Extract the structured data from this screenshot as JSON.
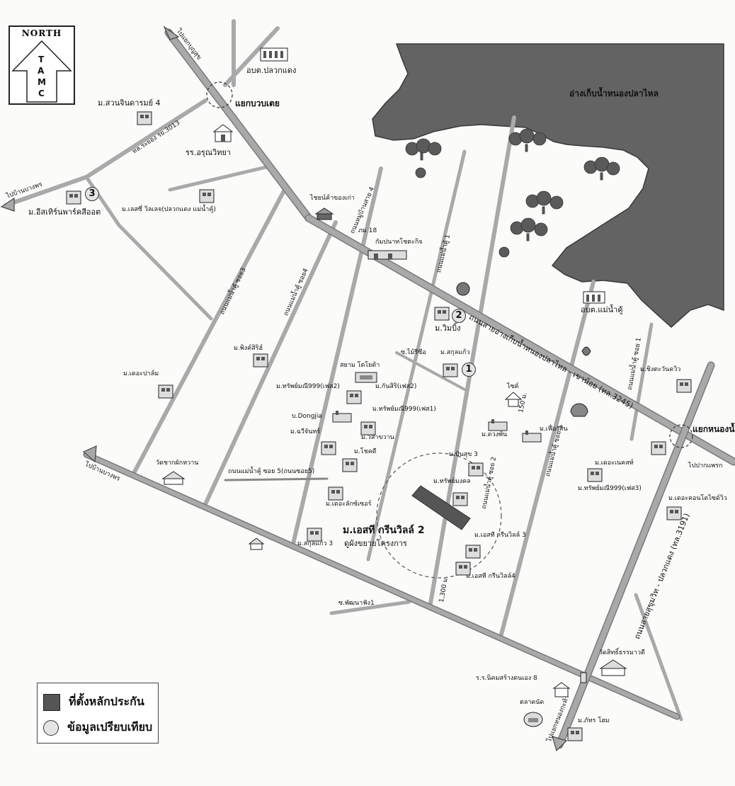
{
  "north": {
    "title": "NORTH",
    "letters": [
      "T",
      "A",
      "M",
      "C"
    ]
  },
  "reservoir": {
    "label": "อ่างเก็บน้ำหนองปลาไหล",
    "color": "#636363"
  },
  "colors": {
    "road": "#a9a9a9",
    "road_edge": "#7a7a7a",
    "water": "#636363",
    "collateral": "#555555",
    "marker": "#e4e4e4"
  },
  "roads": {
    "pluak_daeng_exit": "ไปแยกบุญสุข",
    "ban_khai_exit": "ไปบ้านบางพร",
    "ban_khai_exit_2": "ไปบ้านบางพร",
    "sukhumvit_exit": "ไปปากแพรก",
    "south_exit": "ไปแยกหนองกะท้า",
    "route_3013": "ทล.ระยอง รย.3013",
    "main_road": "ถนนสายอ่างเก็บน้ำหนองปลาไหล - เขาน้อย (ทล.3245)",
    "soi_5": "ถนนแม่น้ำคู้ ซอย 5(ถนนซอย5)",
    "soi_3": "ถนนแม่น้ำคู้ ซอย3",
    "soi_4": "ถนนแม่น้ำคู้ ซอย4",
    "soi_2": "ถนนแม่น้ำคู้ ซอย 2",
    "soi_1": "ถนนแม่น้ำคู้ ซอย 1",
    "soi_east": "ถนนแม่น้ำคู้ ซอย 1",
    "sukhumvit": "ถนนสายสุขุมวิท - ปลวกแดง (ทล.3191)",
    "soi_pattana": "ซ.พัฒนาฟัง1",
    "soi_mai": "ซ.ไม้รีซือ",
    "soi_small_1": "ถนนหมู่บ้านสาย 4",
    "soi_small_2": "ถนนแม่น้ำคู้ 1"
  },
  "intersections": {
    "north": "แยกบวบเตย",
    "east": "แยกหนองน้ำ"
  },
  "places": {
    "obt_pluak": "อบต.ปลวกแดง",
    "school": "รร.อรุณวิทยา",
    "suan": "ม.สวนจินดารมย์ 4",
    "estate": "ม.อีสเทิร์นพาร์คสีออต",
    "tree": "ม.เลสซี่ วิลเลจ(ปลวกแดง แม่น้ำคู้)",
    "cpc": "ไชยน์ค้าของเก่า",
    "bus_stop": "ภม 18",
    "kham": "กัมปนาทโชตะกิจ",
    "wat_tha": "วัดชากผักหวาน",
    "sam_sun": "ม.พิงค์สิริฮ์",
    "duang": "ม.เดอะปาล์ม",
    "obt_mae": "อบต.แม่น้ำคู้",
    "ching": "ม.ชิงตะวันควิว",
    "vimbong": "ม.วิมบิ้ง",
    "pookrao": "ม.สกุลแก้ว",
    "toyota": "สยาม โตโยต้า",
    "sab999_2": "ม.ทรัพย์มณี999(เฟส2)",
    "sab999_1": "ม.ทรัพย์มณี999(เฟส1)",
    "kan_siri": "ม.กันสิริ(เฟส2)",
    "dongjia": "บ.Dongjia",
    "vimala": "ม.วิสาขวาน",
    "chatri": "ม.ฉวีจันทร์",
    "lokdee": "ม.โชคดี",
    "duan": "ม.ดวงพัน",
    "fortune": "ม.เฟื่องสิน",
    "pansuk": "ม.ปันสุข 3",
    "sab_mongkol": "ม.ทรัพย์มงคล",
    "lux": "ม.เดอะลักซ์เซอร์",
    "sakul3": "ม.สกุลแก้ว 3",
    "greenville3": "ม.เอสที กรีนวิลล์ 3",
    "greenville4": "ม.เอสที กรีนวิลล์4",
    "subject": "ม.เอสที กรีนวิลล์ 2",
    "subject_sub": "ดูผังขยายโครงการ",
    "next": "ม.เดอะเนคสท์",
    "sab999_3": "ม.ทรัพย์มณี999(เฟส3)",
    "ching2": "ม.เดอะคอนโดไซด์วิว",
    "wat_east": "วัดสิทธิ์ธรรมาวดี",
    "school_south": "ร.ร.นิคมสร้างตนเอง 8",
    "market": "ตลาดนัด",
    "pattra": "ม.ภัทร โฮม",
    "house": "ไซต์",
    "dist_1": "1,300 ม.",
    "dist_2": "150 ม."
  },
  "markers": [
    "1",
    "2",
    "3"
  ],
  "legend": {
    "collateral": "ที่ตั้งหลักประกัน",
    "comparable": "ข้อมูลเปรียบเทียบ"
  }
}
